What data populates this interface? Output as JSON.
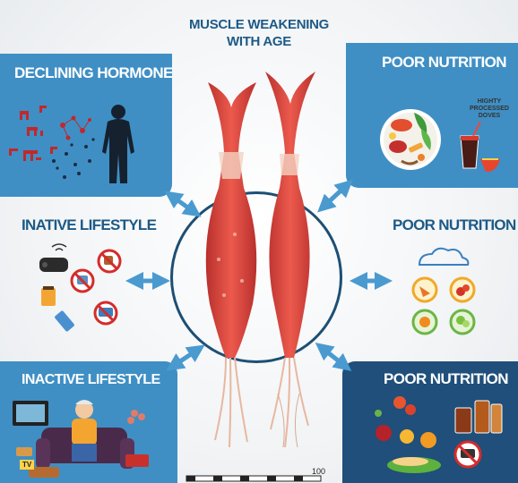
{
  "title_line1": "MUSCLE WEAKENING",
  "title_line2": "WITH AGE",
  "panels": {
    "top_left": "DECLINING HORMONES",
    "top_right": "POOR NUTRITION",
    "mid_left": "INATIVE LIFESTYLE",
    "mid_right": "POOR NUTRITION",
    "bottom_left": "INACTIVE LIFESTYLE",
    "bottom_right": "POOR NUTRITION"
  },
  "food_label": "HIGHTY\nPROCESSED\nDOVES",
  "tv_label": "TV",
  "scale_value": "100",
  "colors": {
    "panel_blue": "#3f8fc4",
    "panel_dark": "#1f4f7a",
    "title": "#1d5a86",
    "arrow": "#4a9ad0",
    "muscle": "#e0473f"
  }
}
